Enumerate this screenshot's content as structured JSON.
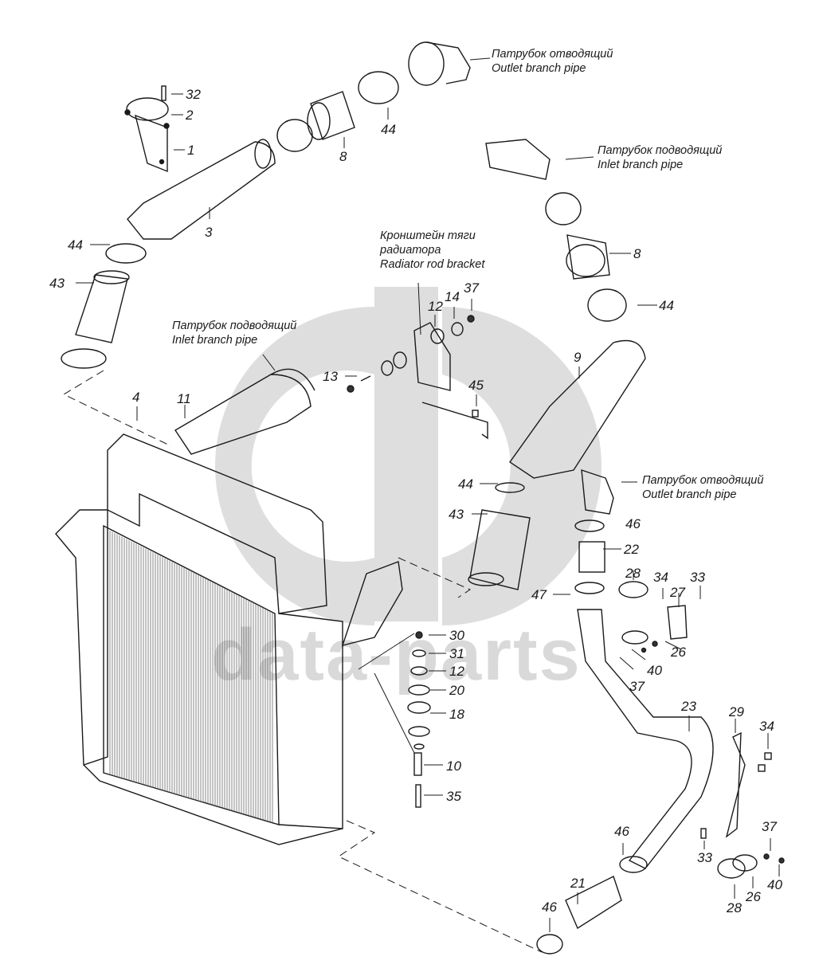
{
  "diagram": {
    "title": "Charge air cooler assembly exploded view",
    "watermark": {
      "text": "data-parts",
      "color": "#d9d9d9"
    },
    "line_color": "#1a1a1a",
    "callouts": [
      {
        "id": "outlet-top",
        "ru": "Патрубок отводящий",
        "en": "Outlet branch pipe"
      },
      {
        "id": "inlet-top",
        "ru": "Патрубок подводящий",
        "en": "Inlet branch pipe"
      },
      {
        "id": "rod-bracket",
        "ru1": "Кронштейн тяги",
        "ru2": "радиатора",
        "en": "Radiator rod bracket"
      },
      {
        "id": "inlet-left",
        "ru": "Патрубок подводящий",
        "en": "Inlet branch pipe"
      },
      {
        "id": "outlet-right",
        "ru": "Патрубок отводящий",
        "en": "Outlet branch pipe"
      }
    ],
    "part_labels": [
      "32",
      "2",
      "1",
      "3",
      "8",
      "44",
      "44",
      "43",
      "4",
      "11",
      "13",
      "12",
      "14",
      "37",
      "45",
      "8",
      "44",
      "9",
      "44",
      "43",
      "46",
      "22",
      "47",
      "28",
      "34",
      "27",
      "33",
      "26",
      "40",
      "37",
      "30",
      "31",
      "12",
      "20",
      "18",
      "10",
      "35",
      "23",
      "29",
      "34",
      "33",
      "37",
      "26",
      "40",
      "28",
      "46",
      "21",
      "46"
    ]
  }
}
